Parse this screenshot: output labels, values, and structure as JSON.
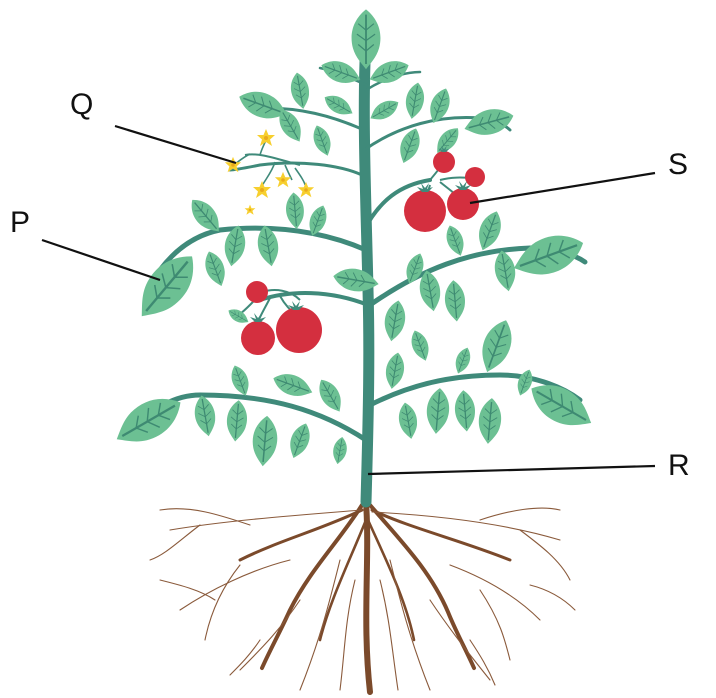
{
  "labels": {
    "p": "P",
    "q": "Q",
    "r": "R",
    "s": "S"
  },
  "colors": {
    "stem": "#3f8a7a",
    "leaf": "#6cc093",
    "leaf_vein": "#3e8a72",
    "fruit": "#d42f3f",
    "fruit_highlight": "#e85a67",
    "flower": "#f7cf2e",
    "root_main": "#7b4a2b",
    "root_fine": "#8a5a3b",
    "pointer_line": "#111111"
  },
  "icons": {
    "leaf": "leaf-icon",
    "flower": "flower-icon",
    "fruit": "tomato-icon",
    "root": "root-icon"
  }
}
